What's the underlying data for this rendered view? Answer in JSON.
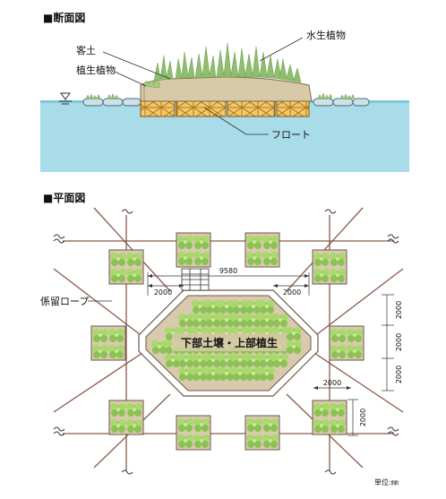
{
  "section": {
    "title": "■断面図",
    "labels": {
      "aquatic_plants": "水生植物",
      "soil": "客土",
      "planted_plants": "植生植物",
      "float": "フロート"
    },
    "colors": {
      "water": "#a7dce8",
      "soil": "#d8c9a8",
      "float": "#f3c86a",
      "plant": "#8fbe6e"
    }
  },
  "plan": {
    "title": "■平面図",
    "mooring_rope": "係留ロープ",
    "center_label": "下部土壌・上部植生",
    "dims": {
      "top_length": "9580",
      "left_offset": "2000",
      "right_offset": "2000",
      "vert_1": "2000",
      "vert_2": "2000",
      "vert_3": "2000",
      "lower_horiz": "2000",
      "lower_vert": "2000"
    },
    "unit": "単位:㎜",
    "colors": {
      "rope": "#8a5a4a",
      "pad": "#d9c9ad",
      "plant": "#9ccf5f"
    }
  }
}
